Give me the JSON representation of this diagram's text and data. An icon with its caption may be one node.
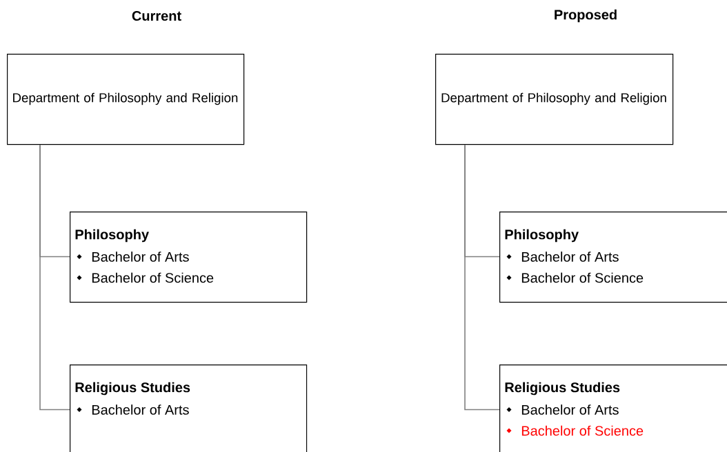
{
  "diagram": {
    "nodes": [
      {
        "text": [
          "Department of Philosophy and Religion"
        ]
      },
      {
        "text": [
          "Philosophy",
          "Bachelor of Arts",
          "Bachelor of Science"
        ]
      },
      {
        "text": [
          "Religious Studies",
          "Bachelor of Arts"
        ]
      },
      {
        "text": [
          "Department of Philosophy and Religion"
        ]
      },
      {
        "text": [
          "Philosophy",
          "Bachelor of Arts",
          "Bachelor of Science"
        ]
      },
      {
        "text": [
          "Religious Studies",
          "Bachelor of Arts",
          "Bachelor of Science"
        ]
      }
    ],
    "edges": [
      {
        "from": 0,
        "to": 1,
        "arrow": "none"
      },
      {
        "from": 0,
        "to": 2,
        "arrow": "none"
      },
      {
        "from": 3,
        "to": 4,
        "arrow": "none"
      },
      {
        "from": 3,
        "to": 5,
        "arrow": "none"
      }
    ],
    "labels": [
      "Current",
      "Proposed"
    ]
  }
}
